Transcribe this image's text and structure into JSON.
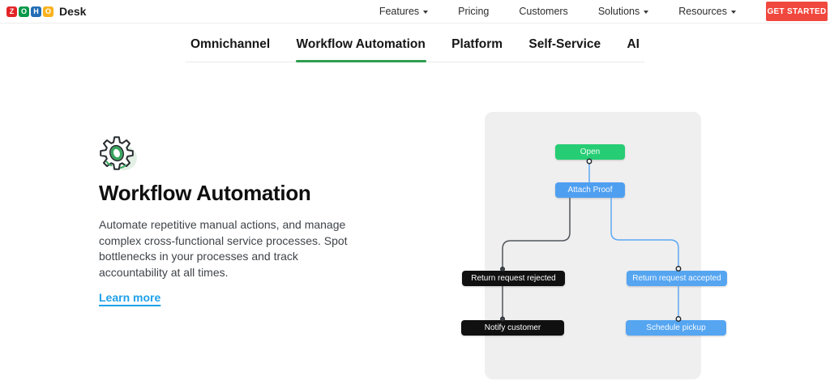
{
  "brand": {
    "product": "Desk",
    "logo": [
      {
        "char": "Z",
        "bg": "#e42527"
      },
      {
        "char": "O",
        "bg": "#089949"
      },
      {
        "char": "H",
        "bg": "#226db4"
      },
      {
        "char": "O",
        "bg": "#f9b21d"
      }
    ]
  },
  "header": {
    "nav": [
      {
        "label": "Features",
        "has_dropdown": true
      },
      {
        "label": "Pricing",
        "has_dropdown": false
      },
      {
        "label": "Customers",
        "has_dropdown": false
      },
      {
        "label": "Solutions",
        "has_dropdown": true
      },
      {
        "label": "Resources",
        "has_dropdown": true
      }
    ],
    "cta_label": "GET STARTED",
    "cta_color": "#f0483e"
  },
  "subnav": {
    "tabs": [
      {
        "label": "Omnichannel",
        "active": false
      },
      {
        "label": "Workflow Automation",
        "active": true
      },
      {
        "label": "Platform",
        "active": false
      },
      {
        "label": "Self-Service",
        "active": false
      },
      {
        "label": "AI",
        "active": false
      }
    ],
    "active_underline_color": "#2e9e50"
  },
  "content": {
    "icon": "gear-icon",
    "title": "Workflow Automation",
    "description_lines": [
      "Automate repetitive manual actions, and manage",
      "complex cross-functional service processes. Spot",
      "bottlenecks in your processes and track",
      "accountability at all times."
    ],
    "link_label": "Learn more",
    "link_color": "#1fa0e8"
  },
  "flow": {
    "panel_bg": "#efeff0",
    "nodes": [
      {
        "label": "Open",
        "color": "#26cd74"
      },
      {
        "label": "Attach Proof",
        "color": "#4f9ff0"
      },
      {
        "label": "Return request rejected",
        "color": "#101010"
      },
      {
        "label": "Return request accepted",
        "color": "#55a5f1"
      },
      {
        "label": "Notify customer",
        "color": "#101010"
      },
      {
        "label": "Schedule pickup",
        "color": "#55a5f1"
      }
    ],
    "line_colors": {
      "accept_branch": "#5fa9f1",
      "reject_branch": "#51565b"
    }
  }
}
